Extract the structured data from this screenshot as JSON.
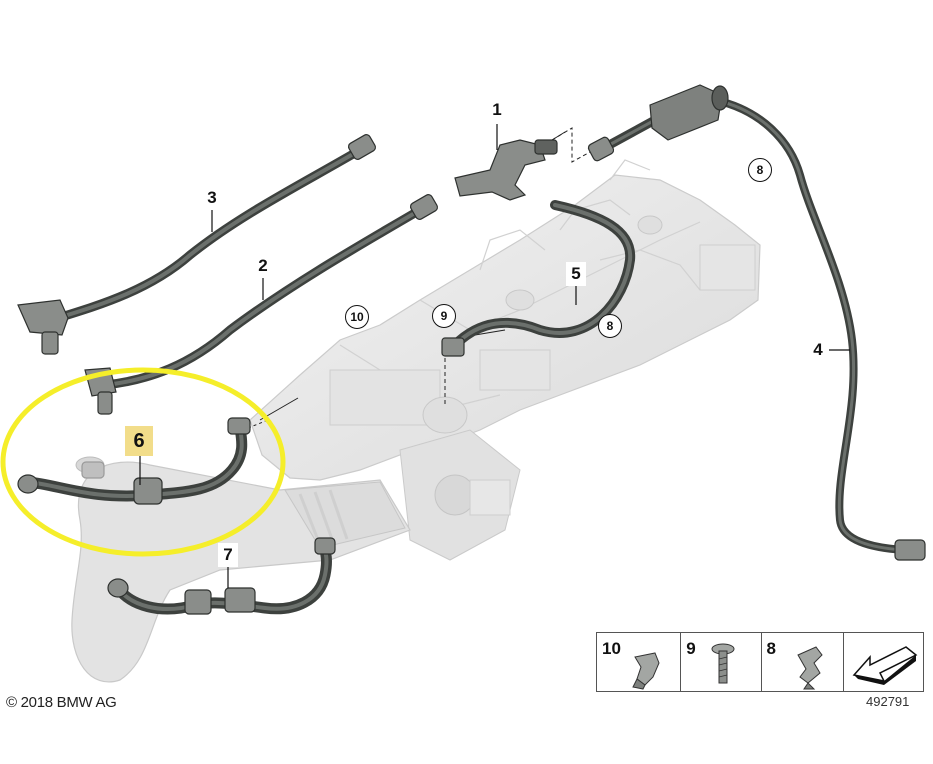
{
  "callouts": {
    "c1": "1",
    "c2": "2",
    "c3": "3",
    "c4": "4",
    "c5": "5",
    "c6": "6",
    "c7": "7"
  },
  "circled": {
    "c8a": "8",
    "c8b": "8",
    "c9": "9",
    "c10": "10"
  },
  "legend": {
    "items": [
      {
        "number": "10",
        "icon": "clip-icon"
      },
      {
        "number": "9",
        "icon": "screw-icon"
      },
      {
        "number": "8",
        "icon": "bracket-clip-icon"
      }
    ],
    "arrow_icon": "direction-arrow-icon"
  },
  "copyright": "© 2018 BMW AG",
  "diagram_number": "492791",
  "colors": {
    "hose": "#4b4f4c",
    "engine": "#e7e7e7",
    "highlight_ellipse": "#f5ee2a",
    "highlight_label": "#f2dd8a"
  }
}
